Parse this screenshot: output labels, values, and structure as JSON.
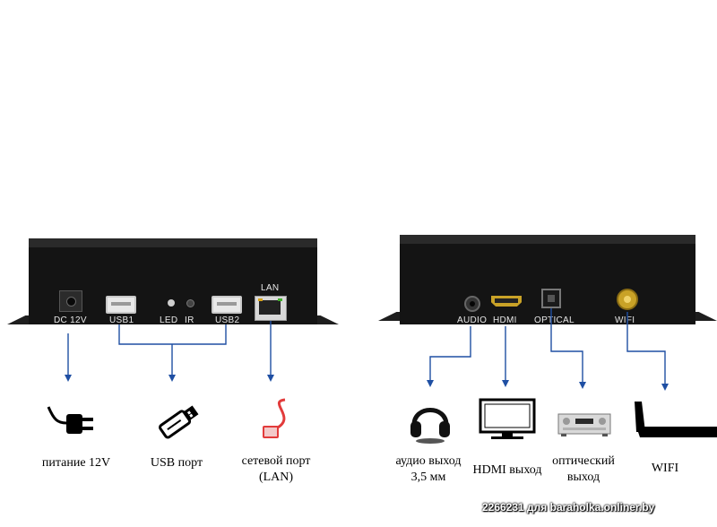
{
  "device_left": {
    "port_labels": {
      "dc": "DC 12V",
      "usb1": "USB1",
      "led": "LED",
      "ir": "IR",
      "usb2": "USB2",
      "lan": "LAN"
    }
  },
  "device_right": {
    "port_labels": {
      "audio": "AUDIO",
      "hdmi": "HDMI",
      "optical": "OPTICAL",
      "wifi": "WIFI"
    }
  },
  "captions": {
    "power": "питание 12V",
    "usb": "USB порт",
    "lan_line1": "сетевой порт",
    "lan_line2": "(LAN)",
    "audio_line1": "аудио выход",
    "audio_line2": "3,5 мм",
    "hdmi": "HDMI выход",
    "optical_line1": "оптический",
    "optical_line2": "выход",
    "wifi": "WIFI"
  },
  "watermark": "2266231 для baraholka.onliner.by",
  "icons": [
    "power-plug-icon",
    "usb-stick-icon",
    "ethernet-cable-icon",
    "headphones-icon",
    "monitor-icon",
    "audio-receiver-icon",
    "antenna-icon"
  ],
  "colors": {
    "arrow": "#1f4fa3",
    "device": "#141414"
  }
}
